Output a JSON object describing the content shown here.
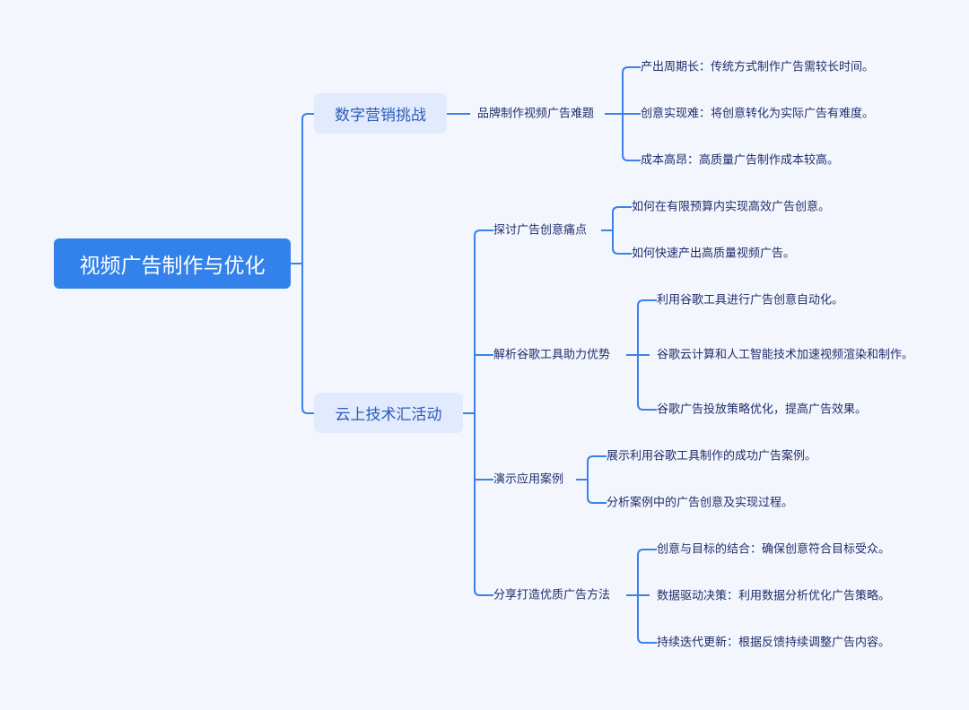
{
  "root": {
    "label": "视频广告制作与优化"
  },
  "branches": [
    {
      "label": "数字营销挑战",
      "children": [
        {
          "label": "品牌制作视频广告难题",
          "children": [
            "产出周期长：传统方式制作广告需较长时间。",
            "创意实现难：将创意转化为实际广告有难度。",
            "成本高昂：高质量广告制作成本较高。"
          ]
        }
      ]
    },
    {
      "label": "云上技术汇活动",
      "children": [
        {
          "label": "探讨广告创意痛点",
          "children": [
            "如何在有限预算内实现高效广告创意。",
            "如何快速产出高质量视频广告。"
          ]
        },
        {
          "label": "解析谷歌工具助力优势",
          "children": [
            "利用谷歌工具进行广告创意自动化。",
            "谷歌云计算和人工智能技术加速视频渲染和制作。",
            "谷歌广告投放策略优化，提高广告效果。"
          ]
        },
        {
          "label": "演示应用案例",
          "children": [
            "展示利用谷歌工具制作的成功广告案例。",
            "分析案例中的广告创意及实现过程。"
          ]
        },
        {
          "label": "分享打造优质广告方法",
          "children": [
            "创意与目标的结合：确保创意符合目标受众。",
            "数据驱动决策：利用数据分析优化广告策略。",
            "持续迭代更新：根据反馈持续调整广告内容。"
          ]
        }
      ]
    }
  ],
  "colors": {
    "background": "#f4f6fd",
    "root": "#3381ea",
    "branch_bg": "#e2eafd",
    "line": "#3a82ea",
    "text": "#1f2d6b"
  }
}
